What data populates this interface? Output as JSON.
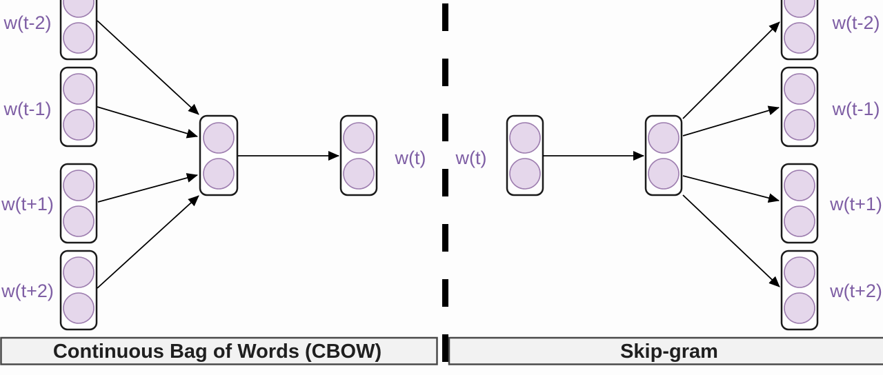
{
  "cbow": {
    "title": "Continuous Bag of Words (CBOW)",
    "input_labels": [
      "w(t-2)",
      "w(t-1)",
      "w(t+1)",
      "w(t+2)"
    ],
    "output_label": "w(t)"
  },
  "skipgram": {
    "title": "Skip-gram",
    "input_label": "w(t)",
    "output_labels": [
      "w(t-2)",
      "w(t-1)",
      "w(t+1)",
      "w(t+2)"
    ]
  },
  "colors": {
    "neuron_fill": "#e5d7eb",
    "neuron_stroke": "#9c7cae",
    "word_label_color": "#7e5ea4",
    "line_color": "#000000",
    "panel_fill": "#f2f2f2",
    "panel_stroke": "#4a4a4a",
    "panel_text_color": "#1f1f1f",
    "node_fill": "#fefefe",
    "node_stroke": "#1a1a1a"
  }
}
